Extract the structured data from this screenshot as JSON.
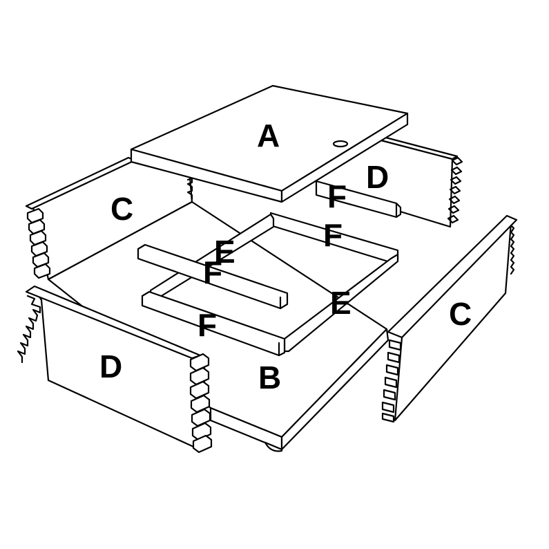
{
  "diagram": {
    "type": "exploded-view assembly",
    "subject": "wooden box with finger-jointed sides",
    "background": "#ffffff",
    "line_color": "#000000",
    "parts": [
      {
        "id": "A",
        "label": "A",
        "description": "lid panel with hole"
      },
      {
        "id": "B",
        "label": "B",
        "description": "base panel with feet"
      },
      {
        "id": "C_left",
        "label": "C",
        "description": "left side panel, finger joints"
      },
      {
        "id": "C_right",
        "label": "C",
        "description": "right side panel, finger joints"
      },
      {
        "id": "D_back",
        "label": "D",
        "description": "back panel, finger joints"
      },
      {
        "id": "D_front",
        "label": "D",
        "description": "front panel, finger joints"
      },
      {
        "id": "E_left",
        "label": "E",
        "description": "frame rail"
      },
      {
        "id": "E_right",
        "label": "E",
        "description": "frame rail"
      },
      {
        "id": "F_back",
        "label": "F",
        "description": "frame rail"
      },
      {
        "id": "F_top",
        "label": "F",
        "description": "frame rail"
      },
      {
        "id": "F_cross",
        "label": "F",
        "description": "loose cross bar"
      },
      {
        "id": "F_front",
        "label": "F",
        "description": "frame rail"
      }
    ]
  }
}
